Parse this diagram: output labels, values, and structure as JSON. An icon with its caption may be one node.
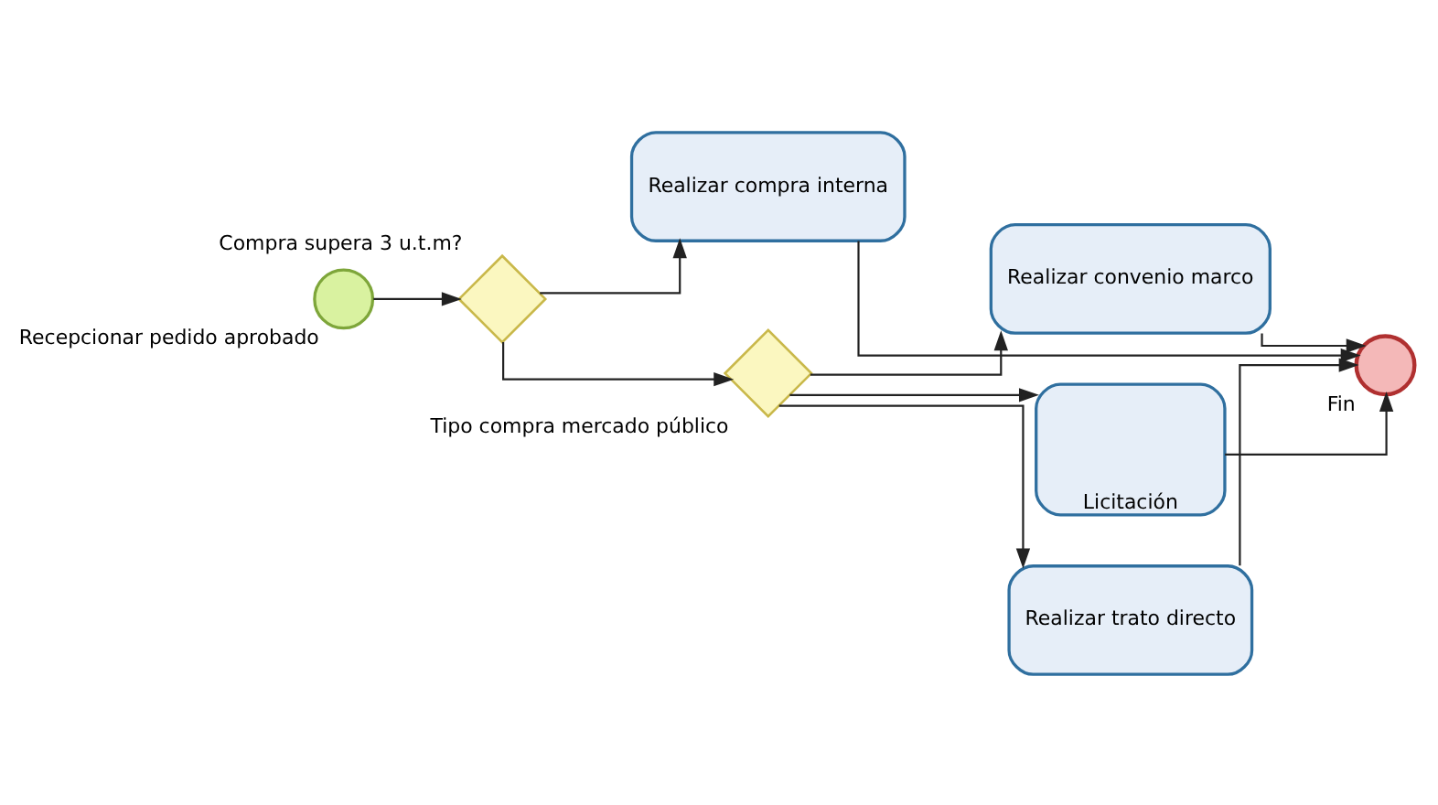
{
  "diagram": {
    "nodes": [
      {
        "text": [
          "Recepcionar pedido aprobado"
        ]
      },
      {
        "text": [
          "Compra supera 3 u.t.m?"
        ]
      },
      {
        "text": [
          "Realizar compra interna"
        ]
      },
      {
        "text": [
          "Tipo compra mercado público"
        ]
      },
      {
        "text": [
          "Realizar convenio marco"
        ]
      },
      {
        "text": [
          "Licitación"
        ]
      },
      {
        "text": [
          "Realizar trato directo"
        ]
      },
      {
        "text": [
          "Fin"
        ]
      }
    ],
    "edges": [
      {
        "from": 0,
        "to": 1,
        "arrow": "to"
      },
      {
        "from": 1,
        "to": 2,
        "arrow": "to"
      },
      {
        "from": 1,
        "to": 3,
        "arrow": "to"
      },
      {
        "from": 3,
        "to": 4,
        "arrow": "to"
      },
      {
        "from": 3,
        "to": 5,
        "arrow": "to"
      },
      {
        "from": 3,
        "to": 6,
        "arrow": "to"
      },
      {
        "from": 2,
        "to": 7,
        "arrow": "to"
      },
      {
        "from": 4,
        "to": 7,
        "arrow": "to"
      },
      {
        "from": 5,
        "to": 7,
        "arrow": "to"
      },
      {
        "from": 6,
        "to": 7,
        "arrow": "to"
      }
    ]
  }
}
